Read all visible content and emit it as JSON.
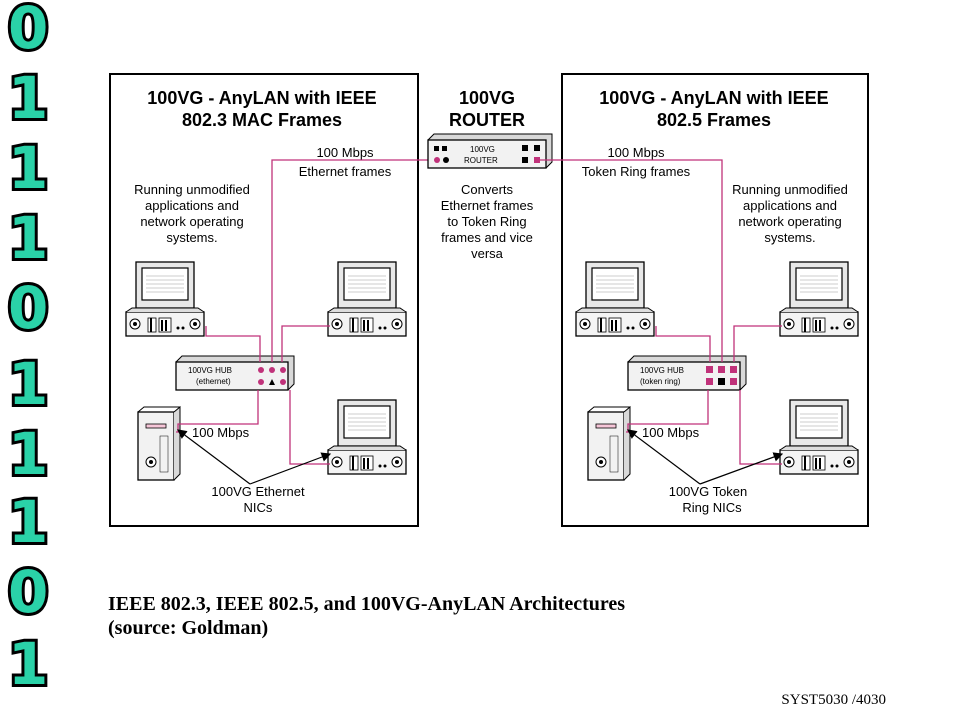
{
  "side_digits": [
    "0",
    "1",
    "1",
    "1",
    "0",
    "1",
    "1",
    "1",
    "0",
    "1"
  ],
  "left_panel": {
    "title_line1": "100VG - AnyLAN with IEEE",
    "title_line2": "802.3 MAC Frames",
    "note_line1": "Running unmodified",
    "note_line2": "applications and",
    "note_line3": "network operating",
    "note_line4": "systems.",
    "hub_line1": "100VG HUB",
    "hub_line2": "(ethernet)",
    "speed_label": "100 Mbps",
    "nic_line1": "100VG Ethernet",
    "nic_line2": "NICs"
  },
  "router": {
    "title_line1": "100VG",
    "title_line2": "ROUTER",
    "device_line1": "100VG",
    "device_line2": "ROUTER",
    "left_speed": "100 Mbps",
    "left_frames": "Ethernet frames",
    "right_speed": "100 Mbps",
    "right_frames": "Token Ring frames",
    "desc_line1": "Converts",
    "desc_line2": "Ethernet frames",
    "desc_line3": "to Token Ring",
    "desc_line4": "frames and vice",
    "desc_line5": "versa"
  },
  "right_panel": {
    "title_line1": "100VG - AnyLAN with IEEE",
    "title_line2": "802.5 Frames",
    "note_line1": "Running unmodified",
    "note_line2": "applications and",
    "note_line3": "network operating",
    "note_line4": "systems.",
    "hub_line1": "100VG HUB",
    "hub_line2": "(token ring)",
    "speed_label": "100 Mbps",
    "nic_line1": "100VG Token",
    "nic_line2": "Ring NICs"
  },
  "caption": {
    "line1": "IEEE 802.3, IEEE 802.5, and 100VG-AnyLAN Architectures",
    "line2": "(source: Goldman)"
  },
  "footer": "SYST5030 /4030",
  "colors": {
    "digit": "#2ad2a8",
    "wire": "#c0327a",
    "frame": "#000000"
  }
}
